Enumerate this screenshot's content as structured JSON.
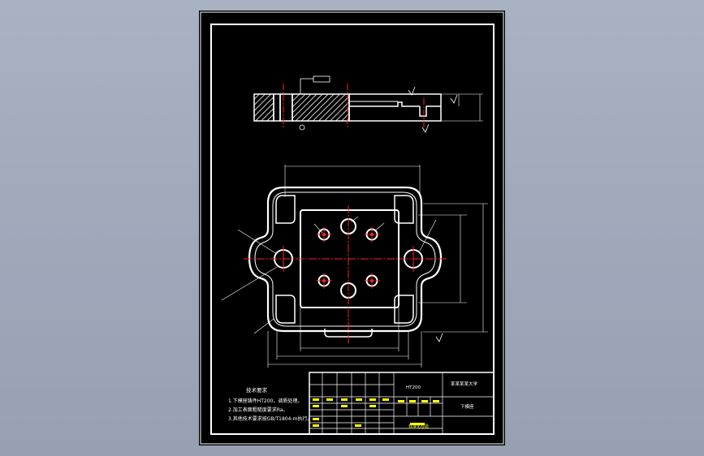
{
  "drawing": {
    "colors": {
      "background": "#000000",
      "outline": "#ffffff",
      "centerline": "#ff2020",
      "dimension": "#ffffff",
      "annotation": "#ffff00"
    },
    "notes": {
      "title": "技术要求",
      "lines": [
        "1.下模座铸件HT200，调质处理。",
        "2.加工表面粗糙度要求Ra。",
        "3.其他技术要求按GB/T1804-m执行。"
      ]
    },
    "title_block": {
      "material": "HT200",
      "school": "某某某某大学",
      "part_name": "下模座",
      "stamp": "标准化检验"
    }
  }
}
